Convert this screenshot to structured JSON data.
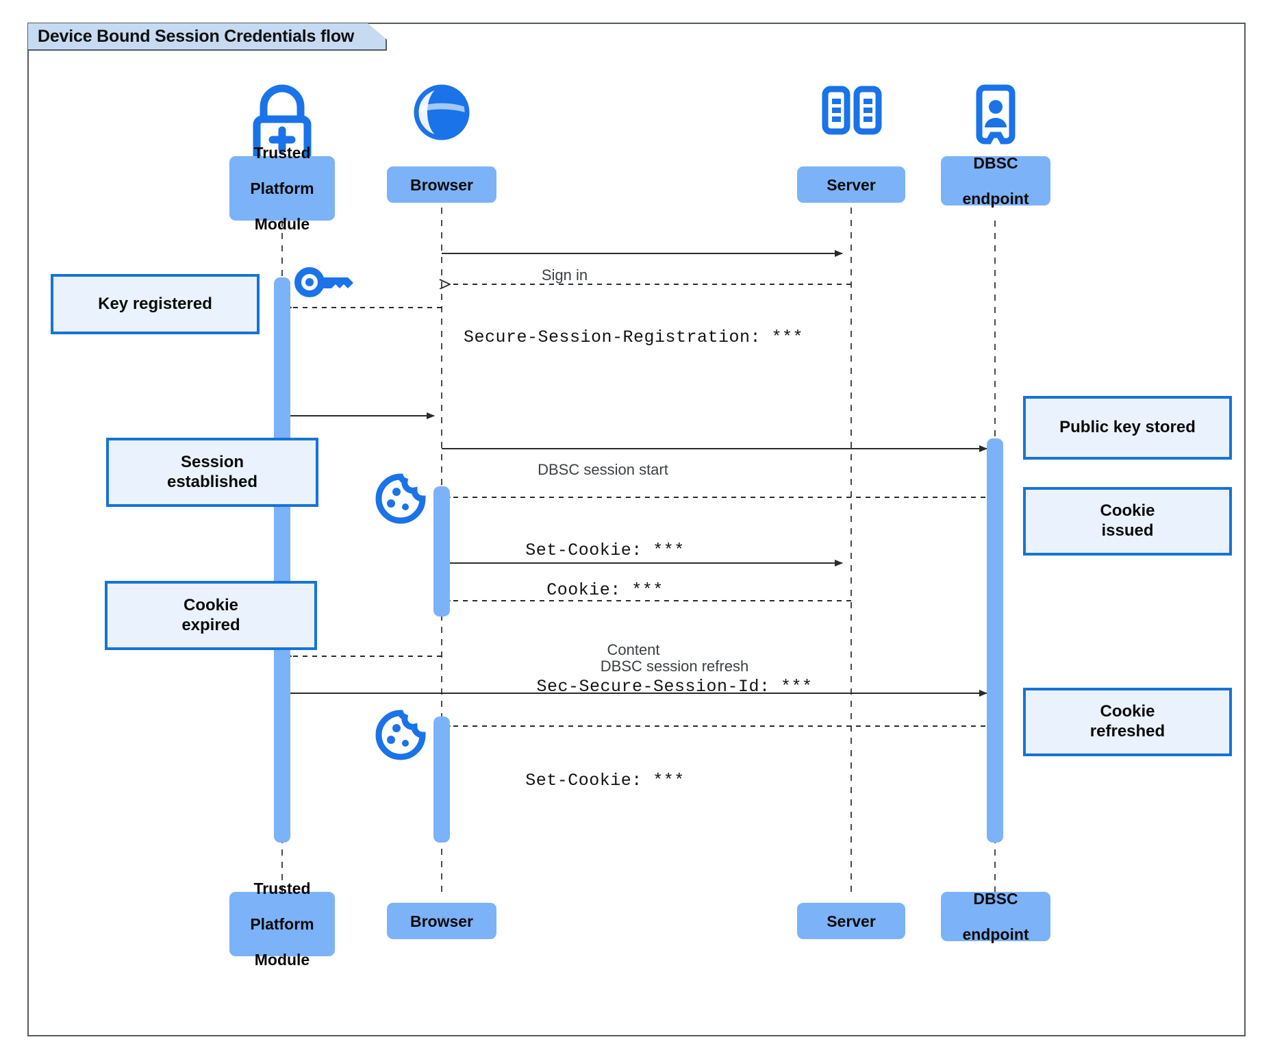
{
  "diagram": {
    "title": "Device Bound Session Credentials flow",
    "type": "uml-sequence-diagram",
    "colors": {
      "participant_fill": "#7cb2f7",
      "note_fill": "#eaf2fd",
      "note_border": "#1573d8",
      "icon_blue": "#1a73e8",
      "title_tab_fill": "#c6dbf2",
      "frame_border": "#555a5e",
      "line": "#2b2b2b",
      "label_text": "#3c4043"
    }
  },
  "participants": [
    {
      "id": "tpm",
      "name": "Trusted\nPlatform\nModule",
      "label_lines": [
        "Trusted",
        "Platform",
        "Module"
      ],
      "icon": "padlock-plus-icon"
    },
    {
      "id": "browser",
      "name": "Browser",
      "label_lines": [
        "Browser"
      ],
      "icon": "globe-icon"
    },
    {
      "id": "server",
      "name": "Server",
      "label_lines": [
        "Server"
      ],
      "icon": "server-racks-icon"
    },
    {
      "id": "dbsc",
      "name": "DBSC endpoint",
      "label_lines": [
        "DBSC",
        "endpoint"
      ],
      "icon": "id-badge-person-icon"
    }
  ],
  "messages": [
    {
      "index": 1,
      "from": "browser",
      "to": "server",
      "label": "Sign in",
      "style": "solid",
      "font": "sans"
    },
    {
      "index": 2,
      "from": "server",
      "to": "browser",
      "label": "Secure-Session-Registration: ***",
      "style": "dashed",
      "font": "mono"
    },
    {
      "index": 3,
      "from": "browser",
      "to": "tpm",
      "label": "",
      "style": "dashed",
      "font": "mono"
    },
    {
      "index": 4,
      "from": "tpm",
      "to": "browser",
      "label": "",
      "style": "solid",
      "font": "sans"
    },
    {
      "index": 5,
      "from": "browser",
      "to": "dbsc",
      "label": "DBSC session start",
      "style": "solid",
      "font": "sans"
    },
    {
      "index": 6,
      "from": "dbsc",
      "to": "browser",
      "label": "Set-Cookie: ***",
      "style": "dashed",
      "font": "mono"
    },
    {
      "index": 7,
      "from": "browser",
      "to": "server",
      "label": "Cookie: ***",
      "style": "solid",
      "font": "mono"
    },
    {
      "index": 8,
      "from": "server",
      "to": "browser",
      "label": "Content",
      "style": "dashed",
      "font": "sans"
    },
    {
      "index": 9,
      "from": "browser",
      "to": "tpm",
      "label": "",
      "style": "dashed",
      "font": "mono"
    },
    {
      "index": 10,
      "from": "tpm",
      "to": "dbsc",
      "label": "DBSC session refresh\nSec-Secure-Session-Id: ***",
      "label_line1": "DBSC session refresh",
      "label_line2": "Sec-Secure-Session-Id: ***",
      "style": "solid",
      "font": "mixed"
    },
    {
      "index": 11,
      "from": "dbsc",
      "to": "browser",
      "label": "Set-Cookie: ***",
      "style": "dashed",
      "font": "mono"
    }
  ],
  "notes": [
    {
      "id": "key-registered",
      "text": "Key registered",
      "lines": [
        "Key registered"
      ],
      "side": "left",
      "attached_to": "tpm"
    },
    {
      "id": "session-established",
      "text": "Session established",
      "lines": [
        "Session",
        "established"
      ],
      "side": "left",
      "attached_to": "tpm"
    },
    {
      "id": "cookie-expired",
      "text": "Cookie expired",
      "lines": [
        "Cookie",
        "expired"
      ],
      "side": "left",
      "attached_to": "tpm"
    },
    {
      "id": "public-key-stored",
      "text": "Public key stored",
      "lines": [
        "Public key stored"
      ],
      "side": "right",
      "attached_to": "dbsc"
    },
    {
      "id": "cookie-issued",
      "text": "Cookie issued",
      "lines": [
        "Cookie",
        "issued"
      ],
      "side": "right",
      "attached_to": "dbsc"
    },
    {
      "id": "cookie-refreshed",
      "text": "Cookie refreshed",
      "lines": [
        "Cookie",
        "refreshed"
      ],
      "side": "right",
      "attached_to": "dbsc"
    }
  ],
  "inline_icons": [
    {
      "id": "key-icon",
      "name": "key-icon",
      "near": "tpm"
    },
    {
      "id": "cookie-icon-1",
      "name": "cookie-icon",
      "near": "browser"
    },
    {
      "id": "cookie-icon-2",
      "name": "cookie-icon",
      "near": "browser"
    }
  ]
}
